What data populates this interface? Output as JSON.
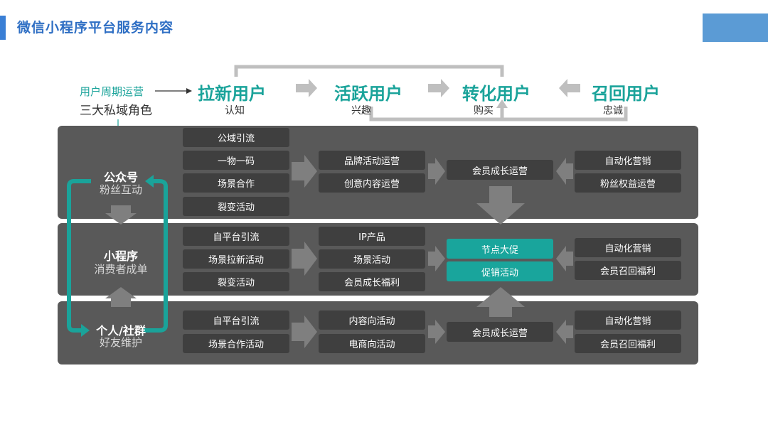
{
  "header": {
    "title": "微信小程序平台服务内容"
  },
  "cycle": {
    "label": "用户周期运营",
    "roles_label": "三大私域角色",
    "stages": [
      {
        "name": "拉新用户",
        "sub": "认知"
      },
      {
        "name": "活跃用户",
        "sub": "兴趣"
      },
      {
        "name": "转化用户",
        "sub": "购买"
      },
      {
        "name": "召回用户",
        "sub": "忠诚"
      }
    ]
  },
  "roles": [
    {
      "title": "公众号",
      "sub": "粉丝互动"
    },
    {
      "title": "小程序",
      "sub": "消费者成单"
    },
    {
      "title": "个人/社群",
      "sub": "好友维护"
    }
  ],
  "rows": [
    {
      "col1": [
        "公域引流",
        "一物一码",
        "场景合作",
        "裂变活动"
      ],
      "col2": [
        "品牌活动运营",
        "创意内容运营"
      ],
      "col3": [
        "会员成长运营"
      ],
      "col4": [
        "自动化营销",
        "粉丝权益运营"
      ]
    },
    {
      "col1": [
        "自平台引流",
        "场景拉新活动",
        "裂变活动"
      ],
      "col2": [
        "IP产品",
        "场景活动",
        "会员成长福利"
      ],
      "col3": [
        "节点大促",
        "促销活动"
      ],
      "col4": [
        "自动化营销",
        "会员召回福利"
      ]
    },
    {
      "col1": [
        "自平台引流",
        "场景合作活动"
      ],
      "col2": [
        "内容向活动",
        "电商向活动"
      ],
      "col3": [
        "会员成长运营"
      ],
      "col4": [
        "自动化营销",
        "会员召回福利"
      ]
    }
  ],
  "colors": {
    "accent": "#1aa39a",
    "title_blue": "#2f6fc4",
    "panel": "#595959",
    "box": "#3f3f3f",
    "arrow_gray": "#a6a6a6"
  }
}
